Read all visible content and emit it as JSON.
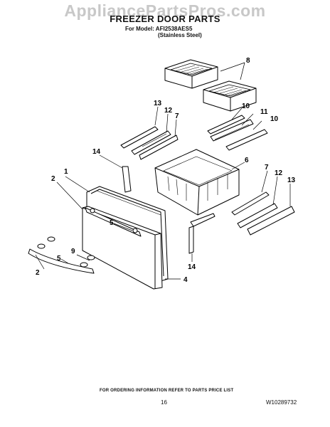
{
  "watermark": "AppliancePartsPros.com",
  "title": "FREEZER DOOR PARTS",
  "subtitle_model": "For Model: AFI2538AES5",
  "subtitle_finish": "(Stainless Steel)",
  "callouts": [
    "8",
    "13",
    "12",
    "7",
    "10",
    "11",
    "10",
    "14",
    "6",
    "2",
    "1",
    "7",
    "12",
    "13",
    "5",
    "9",
    "5",
    "2",
    "14",
    "4"
  ],
  "footer": {
    "ordering_note": "FOR ORDERING INFORMATION REFER TO PARTS PRICE LIST",
    "page_number": "16",
    "document_code": "W10289732"
  }
}
